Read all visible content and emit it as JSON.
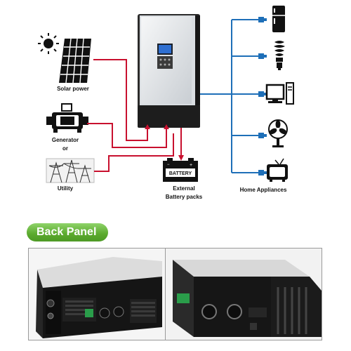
{
  "labels": {
    "solar": "Solar power",
    "generator": "Generator",
    "or": "or",
    "utility": "Utility",
    "battery_icon": "BATTERY",
    "battery_line1": "External",
    "battery_line2": "Battery packs",
    "home": "Home Appliances"
  },
  "section": {
    "back_panel": "Back Panel"
  },
  "colors": {
    "input_wire": "#c8102e",
    "output_wire": "#1e6fb8",
    "accent_green": "#5aa92d"
  },
  "appliances": [
    "refrigerator-icon",
    "bulb-icon",
    "computer-icon",
    "fan-icon",
    "tv-icon"
  ]
}
